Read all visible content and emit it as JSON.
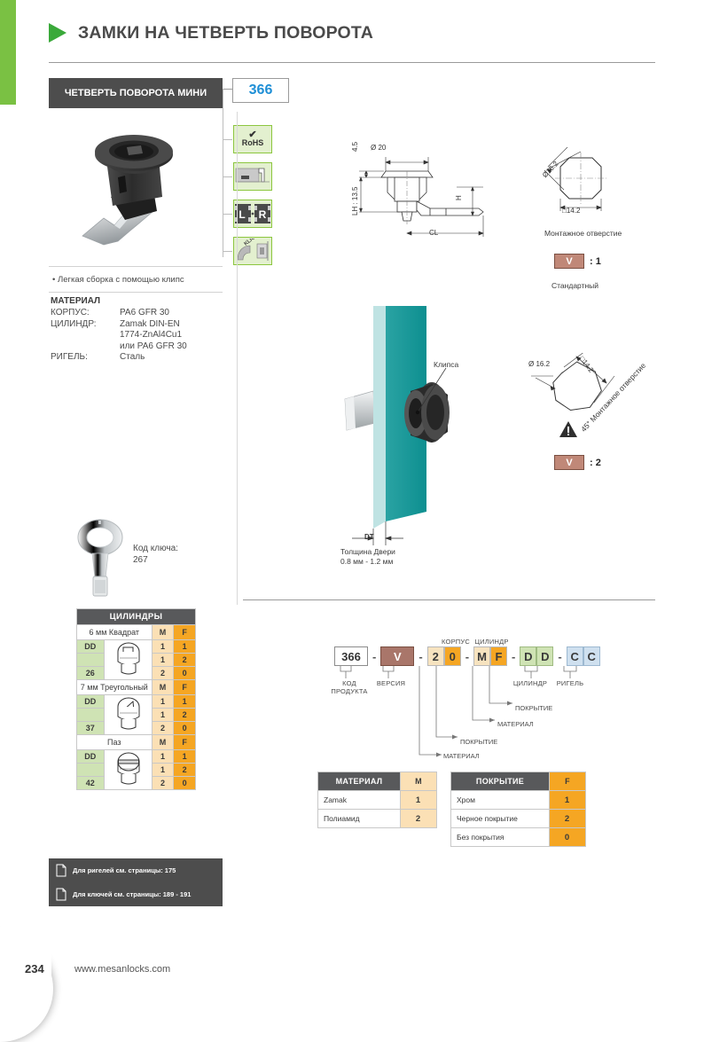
{
  "header": {
    "title": "ЗАМКИ НА ЧЕТВЕРТЬ ПОВОРОТА",
    "arrow_icon": "triangle-right-icon",
    "accent_green": "#7ac143"
  },
  "product": {
    "name": "ЧЕТВЕРТЬ ПОВОРОТА МИНИ",
    "code": "366",
    "photo_alt": "quarter-turn-mini-lock-photo"
  },
  "features": [
    {
      "id": "rohs",
      "label": "RoHS",
      "check": "✔"
    },
    {
      "id": "profile",
      "label": ""
    },
    {
      "id": "left-right",
      "label_left": "L",
      "label_right": "R",
      "separator": "•"
    },
    {
      "id": "klick",
      "label": "KLICK"
    }
  ],
  "bullets": [
    "• Легкая сборка с помощью клипс"
  ],
  "material": {
    "title": "МАТЕРИАЛ",
    "rows": [
      {
        "key": "КОРПУС:",
        "value": "PA6 GFR 30"
      },
      {
        "key": "ЦИЛИНДР:",
        "value": "Zamak DIN-EN"
      },
      {
        "key": "",
        "value": "1774-ZnAl4Cu1"
      },
      {
        "key": "",
        "value": "или PA6 GFR 30"
      },
      {
        "key": "РИГЕЛЬ:",
        "value": "Сталь"
      }
    ]
  },
  "key": {
    "label": "Код ключа:",
    "value": "267",
    "icon": "key-icon"
  },
  "cylinders_table": {
    "title": "ЦИЛИНДРЫ",
    "col_m": "M",
    "col_f": "F",
    "groups": [
      {
        "name": "6 мм Квадрат",
        "dd": "DD",
        "number": "26",
        "pic": "square-cylinder-icon",
        "rows": [
          {
            "m": "1",
            "f": "1"
          },
          {
            "m": "1",
            "f": "2"
          },
          {
            "m": "2",
            "f": "0"
          }
        ]
      },
      {
        "name": "7 мм Треугольный",
        "dd": "DD",
        "number": "37",
        "pic": "triangle-cylinder-icon",
        "rows": [
          {
            "m": "1",
            "f": "1"
          },
          {
            "m": "1",
            "f": "2"
          },
          {
            "m": "2",
            "f": "0"
          }
        ]
      },
      {
        "name": "Паз",
        "dd": "DD",
        "number": "42",
        "pic": "slot-cylinder-icon",
        "rows": [
          {
            "m": "1",
            "f": "1"
          },
          {
            "m": "1",
            "f": "2"
          },
          {
            "m": "2",
            "f": "0"
          }
        ]
      }
    ]
  },
  "references": [
    {
      "icon": "page-icon",
      "text": "Для ригелей см. страницы: 175"
    },
    {
      "icon": "page-icon",
      "text": "Для ключей см. страницы: 189 - 191"
    }
  ],
  "drawing_main": {
    "dim_diameter": "Ø 20",
    "dim_top": "4.5",
    "dim_lh": "LH : 13.5",
    "dim_h": "H",
    "dim_cl": "CL"
  },
  "mounting_hole_1": {
    "dim_round": "Ø16.2",
    "dim_square": "□14.2",
    "caption": "Монтажное отверстие",
    "version_badge": "V",
    "version_value": ": 1",
    "note": "Стандартный"
  },
  "mounting_hole_2": {
    "dim_round": "Ø 16.2",
    "dim_square": "□14.2",
    "caption": "45° Монтажное отверстие",
    "warning_icon": "warning-triangle-icon",
    "version_badge": "V",
    "version_value": ": 2"
  },
  "door_drawing": {
    "clip_label": "Клипса",
    "dt_label": "DT",
    "caption": "Толщина Двери",
    "range": "0.8 мм - 1.2 мм",
    "door_color": "#1a9a9a"
  },
  "code_diagram": {
    "top_labels": [
      {
        "text": "КОРПУС"
      },
      {
        "text": "ЦИЛИНДР"
      }
    ],
    "segments": [
      {
        "type": "white",
        "chars": [
          "366"
        ]
      },
      {
        "type": "v",
        "chars": [
          "V"
        ]
      },
      {
        "type": "body",
        "chars": [
          "2",
          "0"
        ]
      },
      {
        "type": "cyl",
        "chars": [
          "M",
          "F"
        ]
      },
      {
        "type": "green",
        "chars": [
          "D",
          "D"
        ]
      },
      {
        "type": "blue",
        "chars": [
          "C",
          "C"
        ]
      }
    ],
    "separator": "-",
    "bottom_labels": [
      "КОД ПРОДУКТА",
      "ВЕРСИЯ",
      "ЦИЛИНДР",
      "РИГЕЛЬ"
    ],
    "leaders": [
      "ПОКРЫТИЕ",
      "МАТЕРИАЛ",
      "ПОКРЫТИЕ",
      "МАТЕРИАЛ"
    ]
  },
  "material_table": {
    "title": "МАТЕРИАЛ",
    "col": "M",
    "rows": [
      {
        "name": "Zamak",
        "value": "1"
      },
      {
        "name": "Полиамид",
        "value": "2"
      }
    ]
  },
  "coating_table": {
    "title": "ПОКРЫТИЕ",
    "col": "F",
    "rows": [
      {
        "name": "Хром",
        "value": "1"
      },
      {
        "name": "Черное покрытие",
        "value": "2"
      },
      {
        "name": "Без покрытия",
        "value": "0"
      }
    ]
  },
  "footer": {
    "page": "234",
    "url": "www.mesanlocks.com"
  }
}
